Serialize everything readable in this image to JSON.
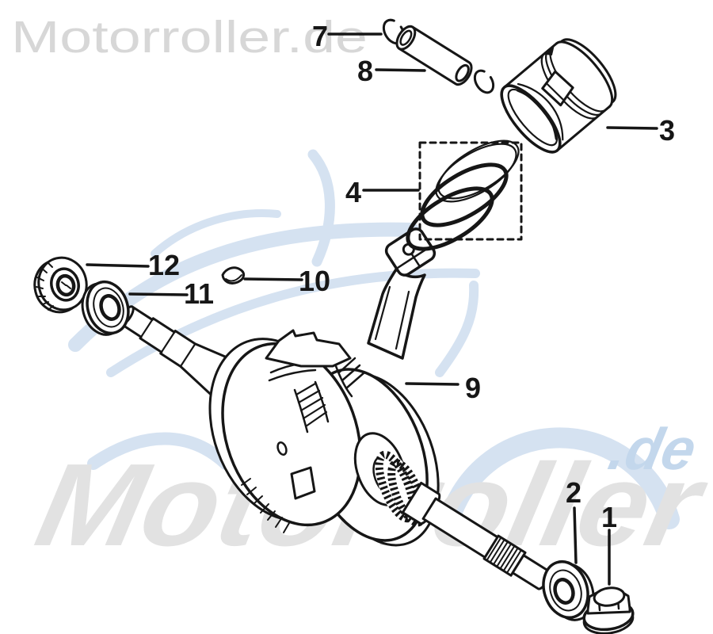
{
  "watermark": {
    "top_left": "Motorroller.de",
    "bottom_main": "Motorroller",
    "bottom_suffix": ".de"
  },
  "colors": {
    "background": "#ffffff",
    "ink": "#161616",
    "watermark_gray": "#d7d7d7",
    "watermark_gray_large": "#e2e2e2",
    "watermark_blue": "#d5e2f1",
    "watermark_blue_text": "#c3d7ec"
  },
  "callouts": [
    {
      "num": "7"
    },
    {
      "num": "8"
    },
    {
      "num": "3"
    },
    {
      "num": "4"
    },
    {
      "num": "12"
    },
    {
      "num": "11"
    },
    {
      "num": "10"
    },
    {
      "num": "9"
    },
    {
      "num": "2"
    },
    {
      "num": "1"
    }
  ]
}
